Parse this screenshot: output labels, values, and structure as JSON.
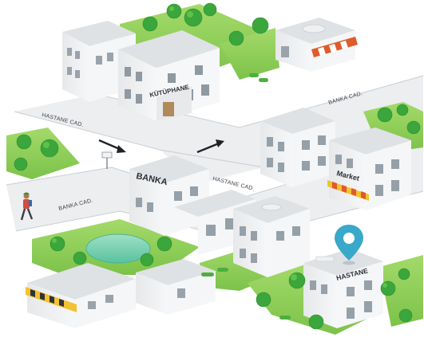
{
  "map": {
    "roads": [
      {
        "label": "HASTANE CAD."
      },
      {
        "label": "BANKA CAD."
      },
      {
        "label": "HASTANE CAD."
      },
      {
        "label": "BANKA CAD."
      }
    ],
    "buildings": {
      "library": "KÜTÜPHANE",
      "bank": "BANKA",
      "market": "Market",
      "hospital": "HASTANE"
    },
    "colors": {
      "grass": "#8fcf5a",
      "road": "#e9ecef",
      "building": "#f3f4f5",
      "roof": "#dfe2e5",
      "tree": "#3aa63c",
      "pin": "#3aa8c8",
      "awning_red": "#e05a2a",
      "awning_yellow": "#f2c230"
    },
    "icons": [
      "arrow-right-icon",
      "arrow-right-icon",
      "location-pin-icon",
      "pedestrian-icon",
      "mailbox-icon"
    ]
  }
}
